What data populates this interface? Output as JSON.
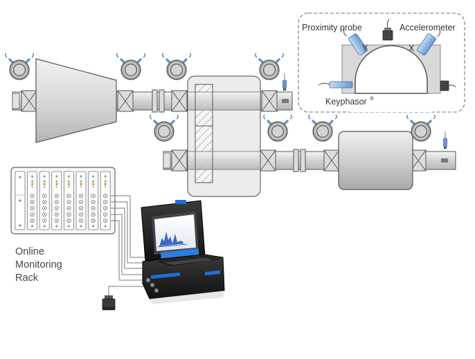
{
  "inset": {
    "proximity_probe_label": "Proximity probe",
    "accelerometer_label": "Accelerometer",
    "axis_y_label": "Y",
    "axis_x_label": "X",
    "keyphasor_label": "Keyphasor",
    "keyphasor_mark": "®"
  },
  "rack": {
    "label_lines": [
      "Online",
      "Monitoring",
      "Rack"
    ]
  },
  "colors": {
    "probe_blue": "#5b8fd0",
    "rack_led_green": "#3fbf3f",
    "rack_led_red": "#d43a3a",
    "case_accent_blue": "#1f6fd1",
    "shaft_gray": "#d9d9d9",
    "outline_gray": "#555555"
  }
}
